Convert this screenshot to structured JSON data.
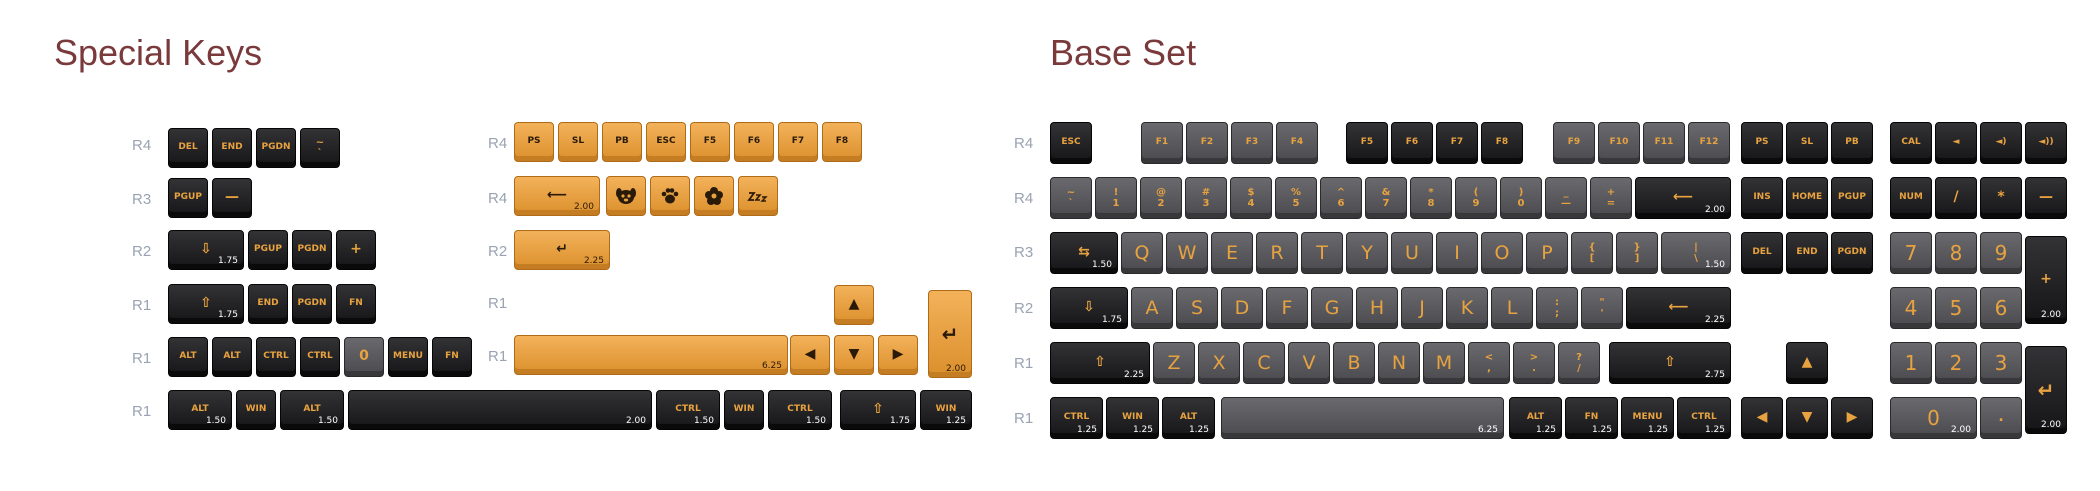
{
  "special_keys": {
    "title": "Special Keys",
    "row_labels": [
      "R4",
      "R3",
      "R2",
      "R1",
      "R1",
      "R1"
    ],
    "dark_keys": [
      {
        "label": "DEL"
      },
      {
        "label": "END"
      },
      {
        "label": "PGDN"
      },
      {
        "label": "~\n`"
      },
      {
        "label": "PGUP"
      },
      {
        "label": "—"
      },
      {
        "label": "⇩",
        "size": "1.75"
      },
      {
        "label": "PGUP"
      },
      {
        "label": "PGDN"
      },
      {
        "label": "+"
      },
      {
        "label": "⇧",
        "size": "1.75"
      },
      {
        "label": "END"
      },
      {
        "label": "PGDN"
      },
      {
        "label": "FN"
      },
      {
        "label": "ALT"
      },
      {
        "label": "ALT"
      },
      {
        "label": "CTRL"
      },
      {
        "label": "CTRL"
      },
      {
        "label": "0"
      },
      {
        "label": "MENU"
      },
      {
        "label": "FN"
      },
      {
        "label": "ALT",
        "size": "1.50"
      },
      {
        "label": "WIN"
      },
      {
        "label": "ALT",
        "size": "1.50"
      },
      {
        "label": "",
        "size": "2.00"
      },
      {
        "label": "CTRL",
        "size": "1.50"
      },
      {
        "label": "WIN"
      },
      {
        "label": "CTRL",
        "size": "1.50"
      },
      {
        "label": "⇧",
        "size": "1.75"
      },
      {
        "label": "WIN",
        "size": "1.25"
      }
    ],
    "orange_row_labels": [
      "R4",
      "R4",
      "R2",
      "R1",
      "R1"
    ],
    "orange_keys": [
      {
        "label": "PS"
      },
      {
        "label": "SL"
      },
      {
        "label": "PB"
      },
      {
        "label": "ESC"
      },
      {
        "label": "F5"
      },
      {
        "label": "F6"
      },
      {
        "label": "F7"
      },
      {
        "label": "F8"
      },
      {
        "label": "⟵",
        "size": "2.00"
      },
      {
        "label": "dog-icon"
      },
      {
        "label": "paw-icon"
      },
      {
        "label": "flower-icon"
      },
      {
        "label": "zzz-icon"
      },
      {
        "label": "↵",
        "size": "2.25"
      },
      {
        "label": "▲"
      },
      {
        "label": "↵",
        "size": "2.00"
      },
      {
        "label": "",
        "size": "6.25"
      },
      {
        "label": "◀"
      },
      {
        "label": "▼"
      },
      {
        "label": "▶"
      }
    ]
  },
  "base_set": {
    "title": "Base Set",
    "row_labels": [
      "R4",
      "R4",
      "R3",
      "R2",
      "R1",
      "R1"
    ],
    "fn_row": [
      "ESC",
      "F1",
      "F2",
      "F3",
      "F4",
      "F5",
      "F6",
      "F7",
      "F8",
      "F9",
      "F10",
      "F11",
      "F12",
      "PS",
      "SL",
      "PB",
      "CAL",
      "◄",
      "◄)",
      "◄))"
    ],
    "number_row": [
      "~\n`",
      "!\n1",
      "@\n2",
      "#\n3",
      "$\n4",
      "%\n5",
      "^\n6",
      "&\n7",
      "*\n8",
      "(\n9",
      ")\n0",
      "_\n—",
      "+\n="
    ],
    "number_row_extra": [
      {
        "label": "⟵",
        "size": "2.00"
      },
      {
        "label": "INS"
      },
      {
        "label": "HOME"
      },
      {
        "label": "PGUP"
      },
      {
        "label": "NUM"
      },
      {
        "label": "/"
      },
      {
        "label": "*"
      },
      {
        "label": "—"
      }
    ],
    "q_row": [
      {
        "label": "⇆",
        "size": "1.50"
      },
      {
        "label": "Q"
      },
      {
        "label": "W"
      },
      {
        "label": "E"
      },
      {
        "label": "R"
      },
      {
        "label": "T"
      },
      {
        "label": "Y"
      },
      {
        "label": "U"
      },
      {
        "label": "I"
      },
      {
        "label": "O"
      },
      {
        "label": "P"
      },
      {
        "label": "{\n["
      },
      {
        "label": "}\n]"
      },
      {
        "label": "|\n\\",
        "size": "1.50"
      },
      {
        "label": "DEL"
      },
      {
        "label": "END"
      },
      {
        "label": "PGDN"
      },
      {
        "label": "7"
      },
      {
        "label": "8"
      },
      {
        "label": "9"
      },
      {
        "label": "+",
        "size": "2.00"
      }
    ],
    "a_row": [
      {
        "label": "⇩",
        "size": "1.75"
      },
      {
        "label": "A"
      },
      {
        "label": "S"
      },
      {
        "label": "D"
      },
      {
        "label": "F"
      },
      {
        "label": "G"
      },
      {
        "label": "H"
      },
      {
        "label": "J"
      },
      {
        "label": "K"
      },
      {
        "label": "L"
      },
      {
        "label": ":\n;"
      },
      {
        "label": "\"\n'"
      },
      {
        "label": "⟵",
        "size": "2.25"
      },
      {
        "label": "4"
      },
      {
        "label": "5"
      },
      {
        "label": "6"
      }
    ],
    "z_row": [
      {
        "label": "⇧",
        "size": "2.25"
      },
      {
        "label": "Z"
      },
      {
        "label": "X"
      },
      {
        "label": "C"
      },
      {
        "label": "V"
      },
      {
        "label": "B"
      },
      {
        "label": "N"
      },
      {
        "label": "M"
      },
      {
        "label": "<\n,"
      },
      {
        "label": ">\n."
      },
      {
        "label": "?\n/"
      },
      {
        "label": "⇧",
        "size": "2.75"
      },
      {
        "label": "▲"
      },
      {
        "label": "1"
      },
      {
        "label": "2"
      },
      {
        "label": "3"
      },
      {
        "label": "↵",
        "size": "2.00"
      }
    ],
    "bottom_row": [
      {
        "label": "CTRL",
        "size": "1.25"
      },
      {
        "label": "WIN",
        "size": "1.25"
      },
      {
        "label": "ALT",
        "size": "1.25"
      },
      {
        "label": "",
        "size": "6.25"
      },
      {
        "label": "ALT",
        "size": "1.25"
      },
      {
        "label": "FN",
        "size": "1.25"
      },
      {
        "label": "MENU",
        "size": "1.25"
      },
      {
        "label": "CTRL",
        "size": "1.25"
      },
      {
        "label": "◀"
      },
      {
        "label": "▼"
      },
      {
        "label": "▶"
      },
      {
        "label": "0",
        "size": "2.00"
      },
      {
        "label": "."
      }
    ]
  },
  "colors": {
    "title": "#7a3a3c",
    "row_label": "#9aa3b2",
    "accent_orange": "#e8a23f",
    "dark_key": "#1f1f21",
    "gray_key": "#5a5a5e"
  }
}
